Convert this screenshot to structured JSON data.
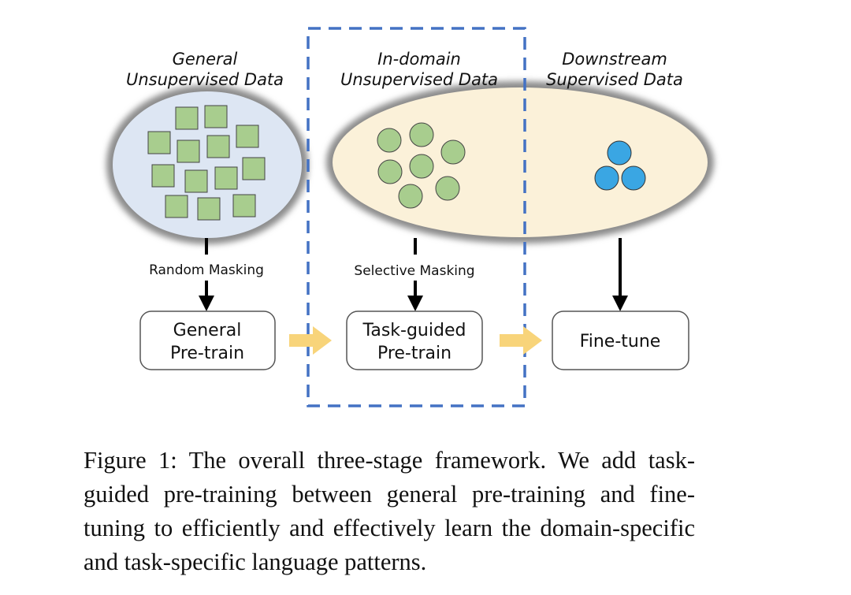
{
  "groups": {
    "general": {
      "title_lines": [
        "General",
        "Unsupervised Data"
      ]
    },
    "indomain": {
      "title_lines": [
        "In-domain",
        "Unsupervised Data"
      ]
    },
    "downstream": {
      "title_lines": [
        "Downstream",
        "Supervised Data"
      ]
    }
  },
  "masking": {
    "random": "Random Masking",
    "selective": "Selective Masking"
  },
  "stages": {
    "general": {
      "lines": [
        "General",
        "Pre-train"
      ]
    },
    "task_guided": {
      "lines": [
        "Task-guided",
        "Pre-train"
      ]
    },
    "fine_tune": {
      "lines": [
        "Fine-tune"
      ]
    }
  },
  "colors": {
    "general_region": "#dde6f3",
    "indomain_region": "#fbf1d9",
    "square": "#a8cd8e",
    "circle_green": "#a8cd8e",
    "circle_blue": "#3aa6e3",
    "dashed_box": "#4472c4",
    "arrow_yellow": "#f8d47a"
  },
  "caption": "Figure 1: The overall three-stage framework. We add task-guided pre-training between general pre-training and fine-tuning to efficiently and effectively learn the domain-specific and task-specific language patterns."
}
